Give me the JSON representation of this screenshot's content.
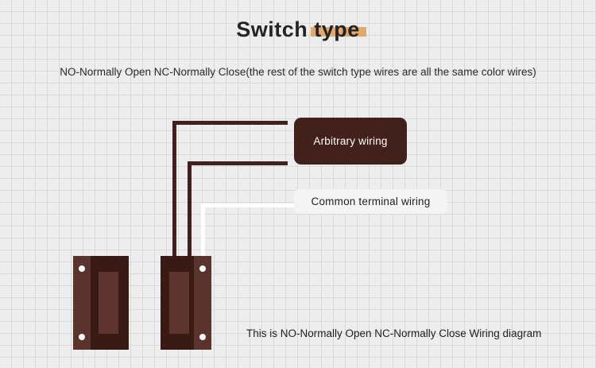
{
  "page": {
    "title_plain": "Switch ",
    "title_highlight": "type",
    "subtitle": "NO-Normally Open NC-Normally Close(the rest of the switch type wires are all the same color wires)",
    "caption": "This is NO-Normally Open NC-Normally Close Wiring diagram"
  },
  "labels": {
    "arbitrary_wiring": "Arbitrary wiring",
    "common_terminal_wiring": "Common terminal wiring"
  },
  "colors": {
    "background": "#ededed",
    "grid_line": "#d9d9d9",
    "wire_dark": "#42211c",
    "wire_light": "#ffffff",
    "switch_body": "#3a1a14",
    "switch_strip": "#5a332c",
    "switch_rocker": "#5e352f",
    "screw": "#ffffff",
    "highlight": "#e3a96c",
    "label_dark_bg": "#42211c",
    "label_light_bg": "#f4f4f4",
    "text_dark": "#1f1f1f",
    "text_light": "#ffffff"
  },
  "diagram": {
    "switches": [
      {
        "name": "left-switch",
        "screw_side": "left",
        "wired": false
      },
      {
        "name": "right-switch",
        "screw_side": "right",
        "wired": true
      }
    ],
    "wires": [
      {
        "name": "arbitrary-wire-1",
        "color": "dark",
        "target": "Arbitrary wiring"
      },
      {
        "name": "arbitrary-wire-2",
        "color": "dark",
        "target": "Arbitrary wiring"
      },
      {
        "name": "common-terminal-wire",
        "color": "light",
        "target": "Common terminal wiring"
      }
    ]
  }
}
